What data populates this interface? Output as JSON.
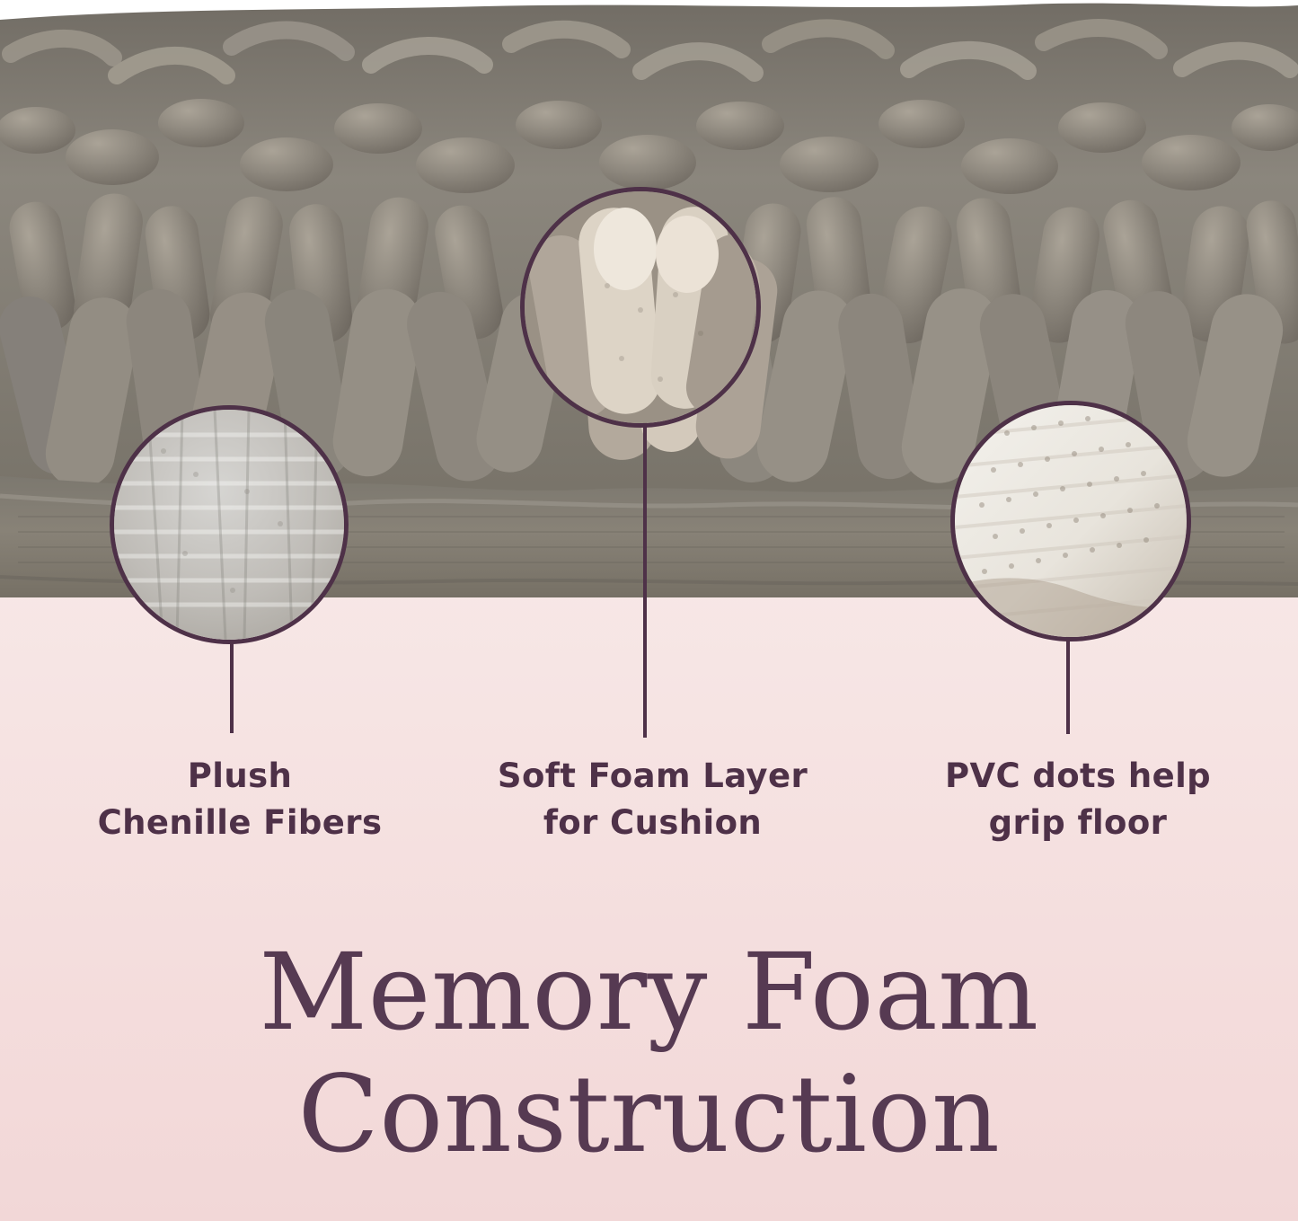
{
  "callouts": [
    {
      "line1": "Plush",
      "line2": "Chenille Fibers",
      "detail_icon": "chenille-fiber-detail-icon"
    },
    {
      "line1": "Soft Foam Layer",
      "line2": "for Cushion",
      "detail_icon": "soft-foam-detail-icon"
    },
    {
      "line1": "PVC dots help",
      "line2": "grip floor",
      "detail_icon": "pvc-dots-detail-icon"
    }
  ],
  "headline": {
    "line1": "Memory Foam",
    "line2": "Construction"
  },
  "colors": {
    "accent": "#4e3148",
    "headline": "#563a52",
    "rug": "#8b867d",
    "background_top": "#fbf1ef",
    "background_bottom": "#f2d7d7"
  }
}
